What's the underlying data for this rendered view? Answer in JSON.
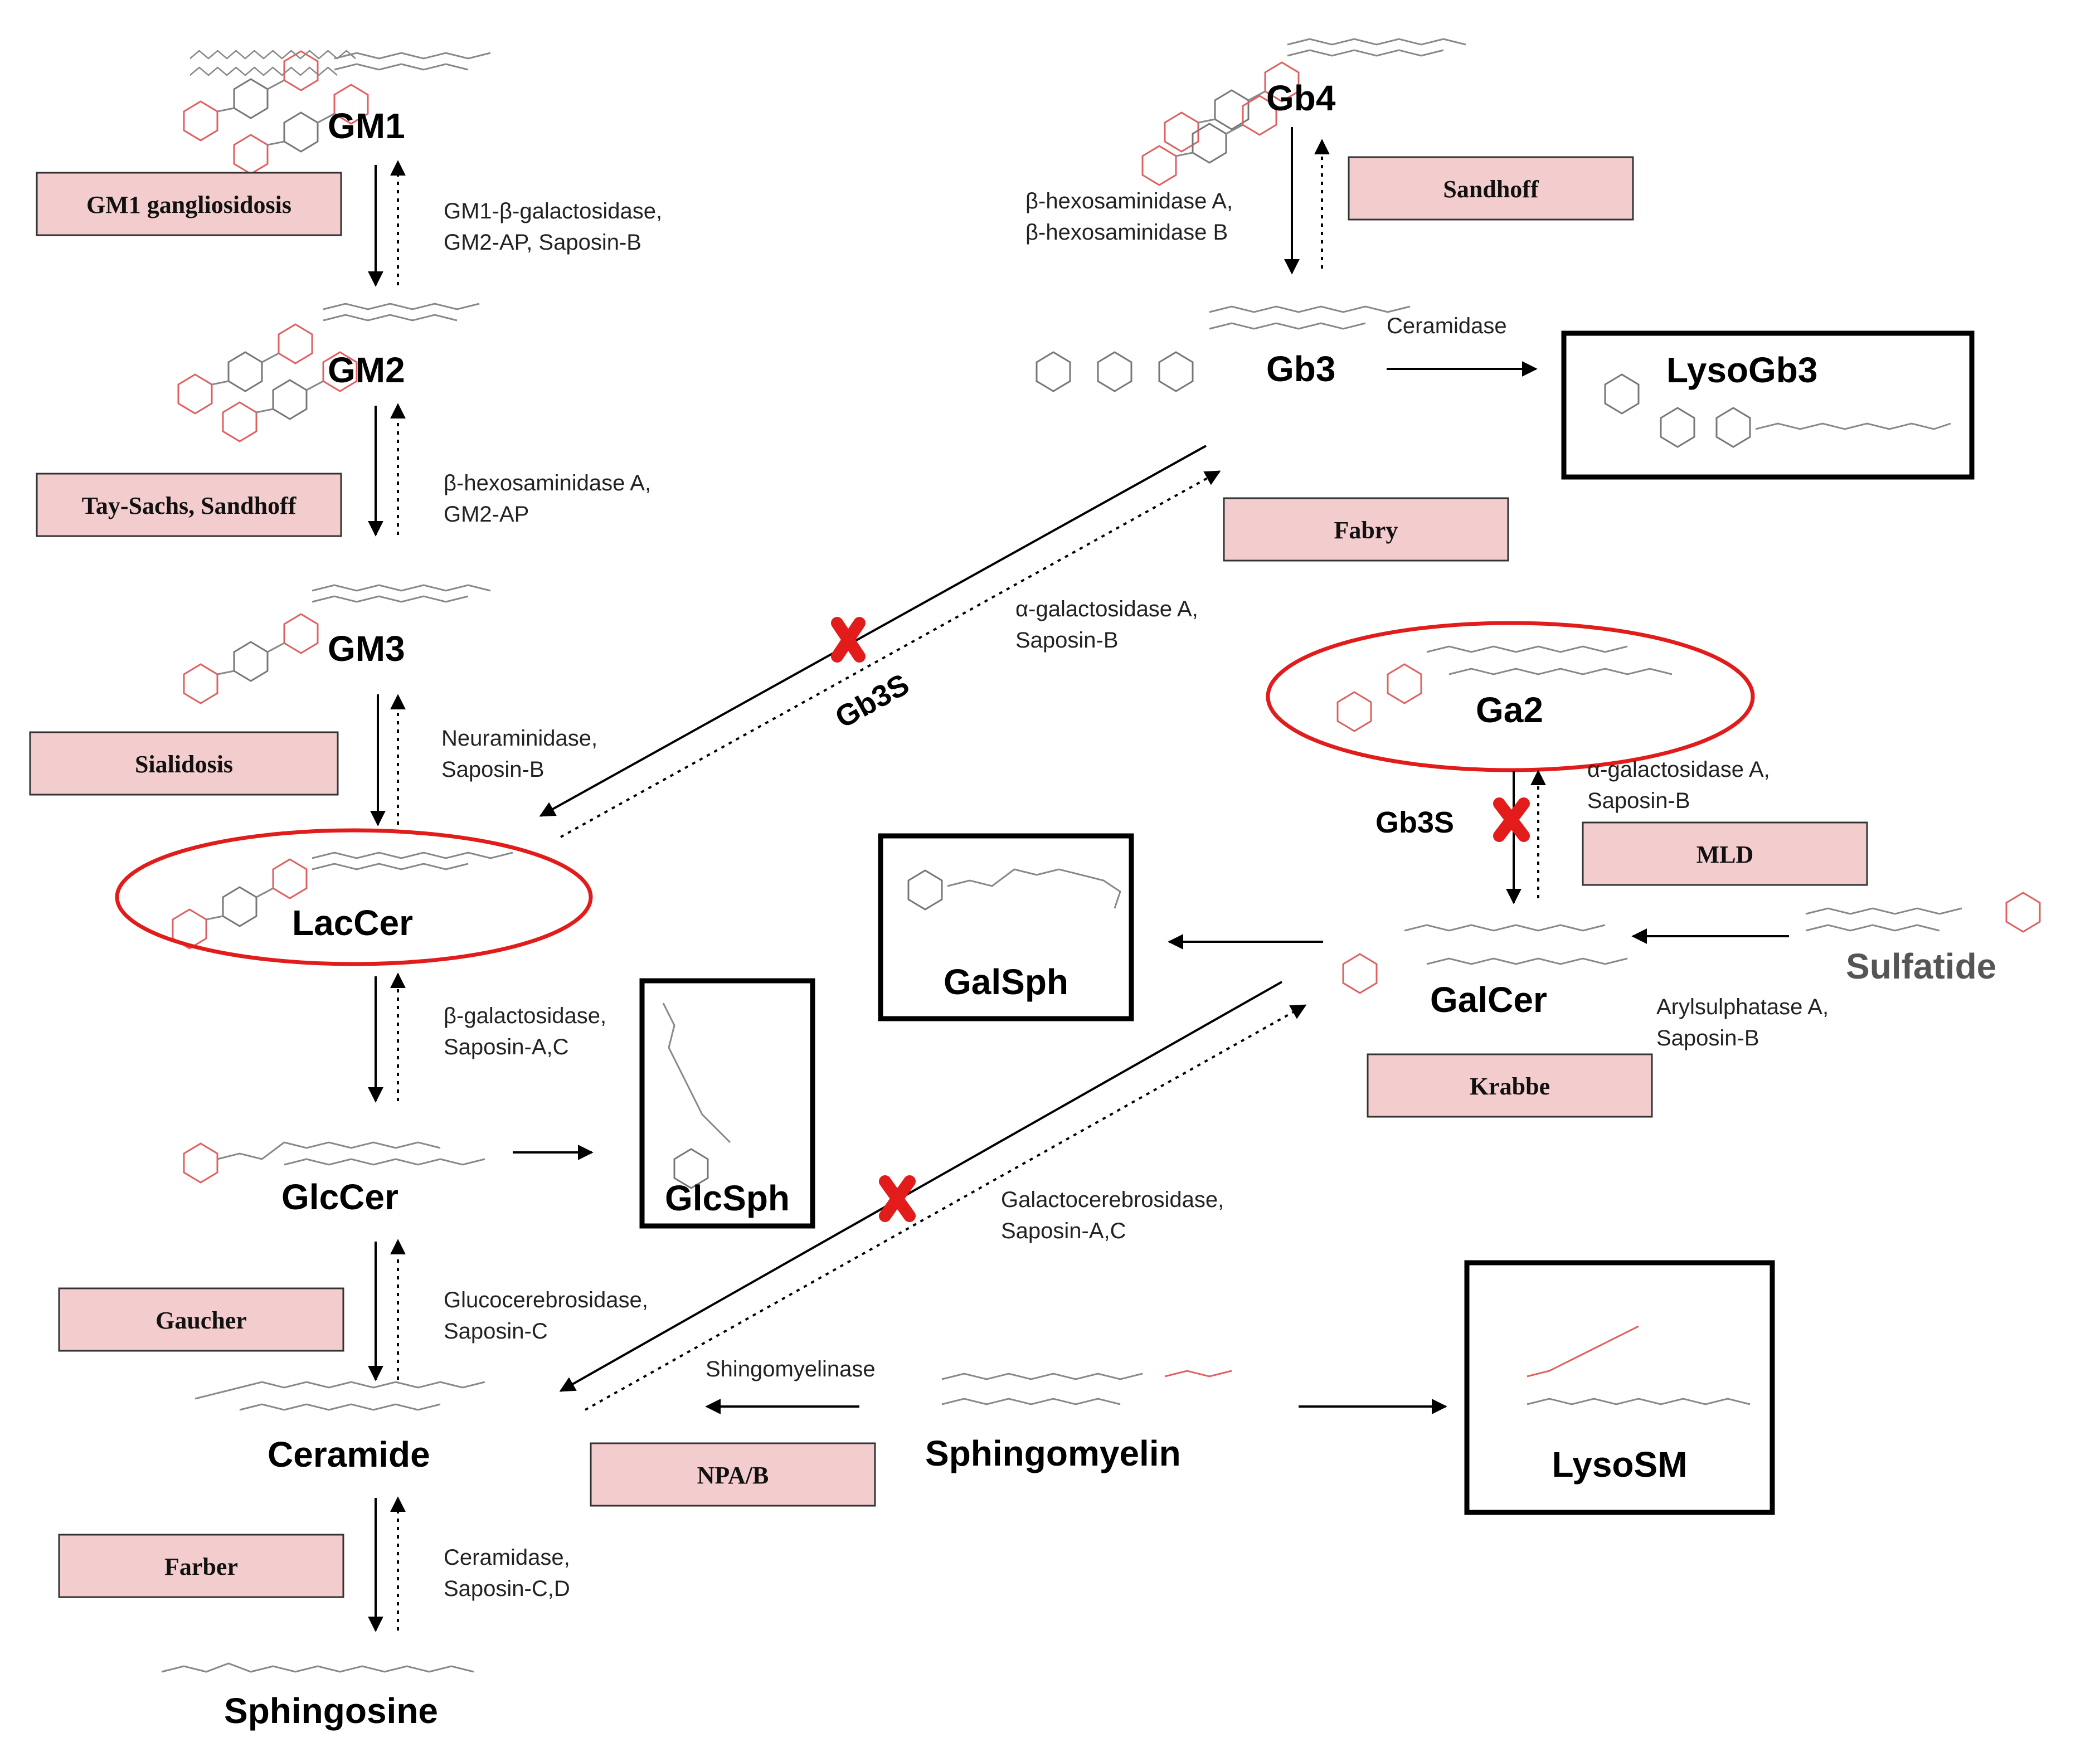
{
  "nodes": {
    "gm1": "GM1",
    "gm2": "GM2",
    "gm3": "GM3",
    "laccer": "LacCer",
    "glccer": "GlcCer",
    "ceramide": "Ceramide",
    "sphingosine": "Sphingosine",
    "gb4": "Gb4",
    "gb3": "Gb3",
    "ga2": "Ga2",
    "galcer": "GalCer",
    "sulfatide": "Sulfatide",
    "sphingomyelin": "Sphingomyelin"
  },
  "products": {
    "lysogb3": "LysoGb3",
    "galsph": "GalSph",
    "glcsph": "GlcSph",
    "lysosm": "LysoSM"
  },
  "diseases": {
    "gm1_gangliosidosis": "GM1 gangliosidosis",
    "tay_sachs": "Tay-Sachs, Sandhoff",
    "sialidosis": "Sialidosis",
    "gaucher": "Gaucher",
    "farber": "Farber",
    "sandhoff": "Sandhoff",
    "fabry": "Fabry",
    "mld": "MLD",
    "krabbe": "Krabbe",
    "npab": "NPA/B"
  },
  "enzymes": {
    "gm1_gm2": [
      "GM1-β-galactosidase,",
      "GM2-AP, Saposin-B"
    ],
    "gm2_gm3": [
      "β-hexosaminidase A,",
      "GM2-AP"
    ],
    "gm3_laccer": [
      "Neuraminidase,",
      "Saposin-B"
    ],
    "laccer_glccer": [
      "β-galactosidase,",
      "Saposin-A,C"
    ],
    "glccer_ceramide": [
      "Glucocerebrosidase,",
      "Saposin-C"
    ],
    "ceramide_sphingosine": [
      "Ceramidase,",
      "Saposin-C,D"
    ],
    "gb4_gb3": [
      "β-hexosaminidase A,",
      "β-hexosaminidase B"
    ],
    "gb3_lysogb3": "Ceramidase",
    "gb3_laccer": [
      "α-galactosidase A,",
      "Saposin-B"
    ],
    "ga2_galcer": [
      "α-galactosidase A,",
      "Saposin-B"
    ],
    "galcer_ceramide": [
      "Galactocerebrosidase,",
      "Saposin-A,C"
    ],
    "sulfatide_galcer": [
      "Arylsulphatase A,",
      "Saposin-B"
    ],
    "sphingomyelin_ceramide": "Shingomyelinase"
  },
  "inhibitor": {
    "label_diagonal": "Gb3S",
    "label_ga2": "Gb3S"
  },
  "colors": {
    "disease_fill": "#f3cdcd",
    "highlight_red": "#e21b1b"
  }
}
